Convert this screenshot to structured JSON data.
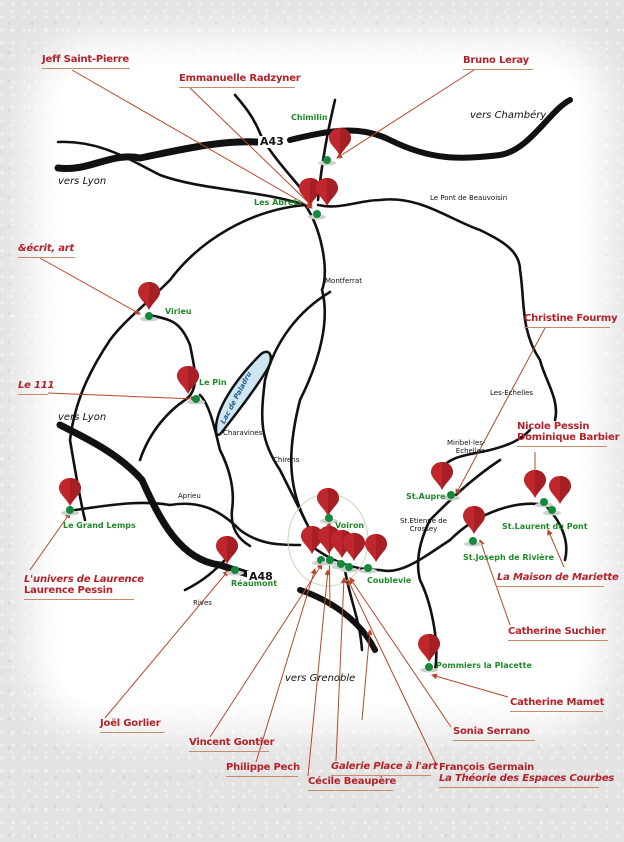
{
  "map": {
    "colors": {
      "artist": "#b3222a",
      "town": "#1f8a2a",
      "pin": "#c0272d",
      "dot": "#138a3a",
      "leader": "#b5482a",
      "lake": "#cce6f2"
    },
    "roads": {
      "a43": "A43",
      "a48": "A48"
    },
    "directions": {
      "lyon_north": "vers Lyon",
      "lyon_south": "vers Lyon",
      "chambery": "vers Chambéry",
      "grenoble": "vers Grenoble"
    },
    "lake": "Lac de Paladru",
    "towns": {
      "chimilin": "Chimilin",
      "les_abrets": "Les Abrets",
      "virieu": "Virieu",
      "le_pin": "Le Pin",
      "le_grand_lemps": "Le Grand Lemps",
      "reaumont": "Réaumont",
      "voiron": "Voiron",
      "coublevie": "Coublevie",
      "st_aupre": "St.Aupre",
      "st_laurent_du_pont": "St.Laurent du Pont",
      "st_joseph": "St.Joseph de Rivière",
      "pommiers": "Pommiers la Placette"
    },
    "places": {
      "pont_beauvoisin": "Le Pont de Beauvoisin",
      "montferrat": "Montferrat",
      "charavines": "Charavines",
      "chirens": "Chirens",
      "aprieu": "Aprieu",
      "rives": "Rives",
      "les_echelles": "Les-Echelles",
      "miribel_1": "Miribel-les-",
      "miribel_2": "Echelles",
      "st_etienne_1": "St.Etienne de",
      "st_etienne_2": "Crossey"
    },
    "artists": {
      "jeff": "Jeff Saint-Pierre",
      "emmanuelle": "Emmanuelle Radzyner",
      "bruno": "Bruno Leray",
      "ecrit": "&écrit, art",
      "le111": "Le 111",
      "christine": "Christine Fourmy",
      "nicole": "Nicole Pessin",
      "dominique": "Dominique Barbier",
      "univers": "L'univers de Laurence",
      "laurence": "Laurence Pessin",
      "maison": "La Maison de Mariette",
      "catherine_s": "Catherine Suchier",
      "catherine_m": "Catherine Mamet",
      "joel": "Joël Gorlier",
      "vincent": "Vincent Gontier",
      "philippe": "Philippe Pech",
      "cecile": "Cécile Beaupère",
      "galerie": "Galerie Place à l'art",
      "sonia": "Sonia Serrano",
      "francois": "François Germain",
      "theorie": "La Théorie des Espaces Courbes"
    }
  }
}
